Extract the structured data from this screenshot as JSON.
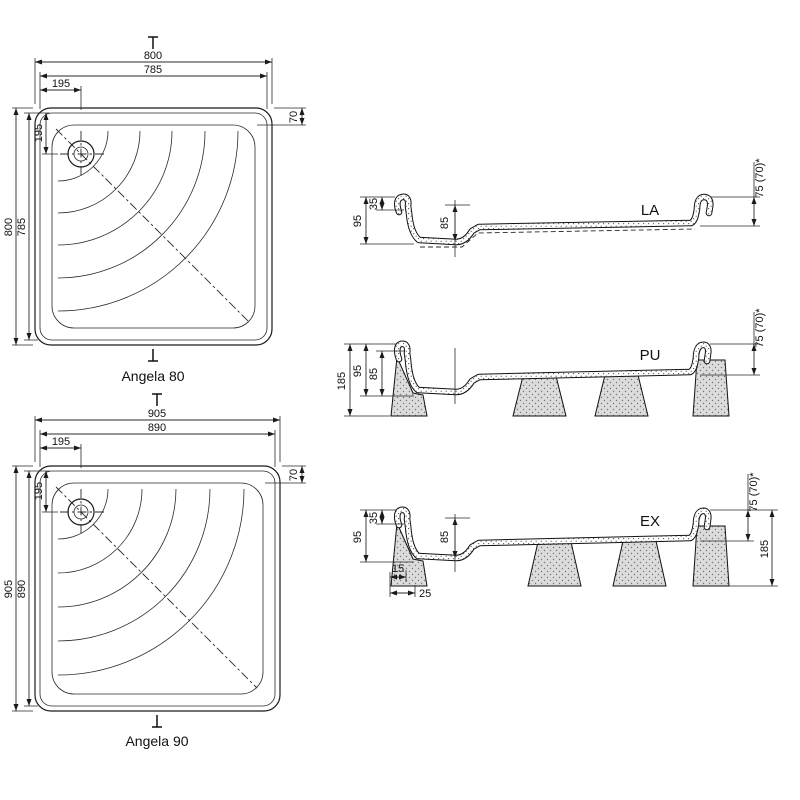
{
  "drawing": {
    "background": "#ffffff",
    "line_color": "#1a1a1a"
  },
  "plans": [
    {
      "name": "Angela 80",
      "outer_width": "800",
      "inner_width": "785",
      "drain_offset_x": "195",
      "rim_width": "70",
      "outer_height": "800",
      "inner_height": "785",
      "drain_offset_y": "195"
    },
    {
      "name": "Angela 90",
      "outer_width": "905",
      "inner_width": "890",
      "drain_offset_x": "195",
      "rim_width": "70",
      "outer_height": "905",
      "inner_height": "890",
      "drain_offset_y": "195"
    }
  ],
  "sections": [
    {
      "label": "LA",
      "height": "95",
      "rim_drop": "35",
      "depth": "85",
      "edge_height": "75 (70)*"
    },
    {
      "label": "PU",
      "total_height": "185",
      "height": "95",
      "depth": "85",
      "edge_height": "75 (70)*"
    },
    {
      "label": "EX",
      "height": "95",
      "rim_drop": "35",
      "depth": "85",
      "foot_inset": "15",
      "foot_width": "25",
      "total_height": "185",
      "edge_height": "75 (70)*"
    }
  ]
}
